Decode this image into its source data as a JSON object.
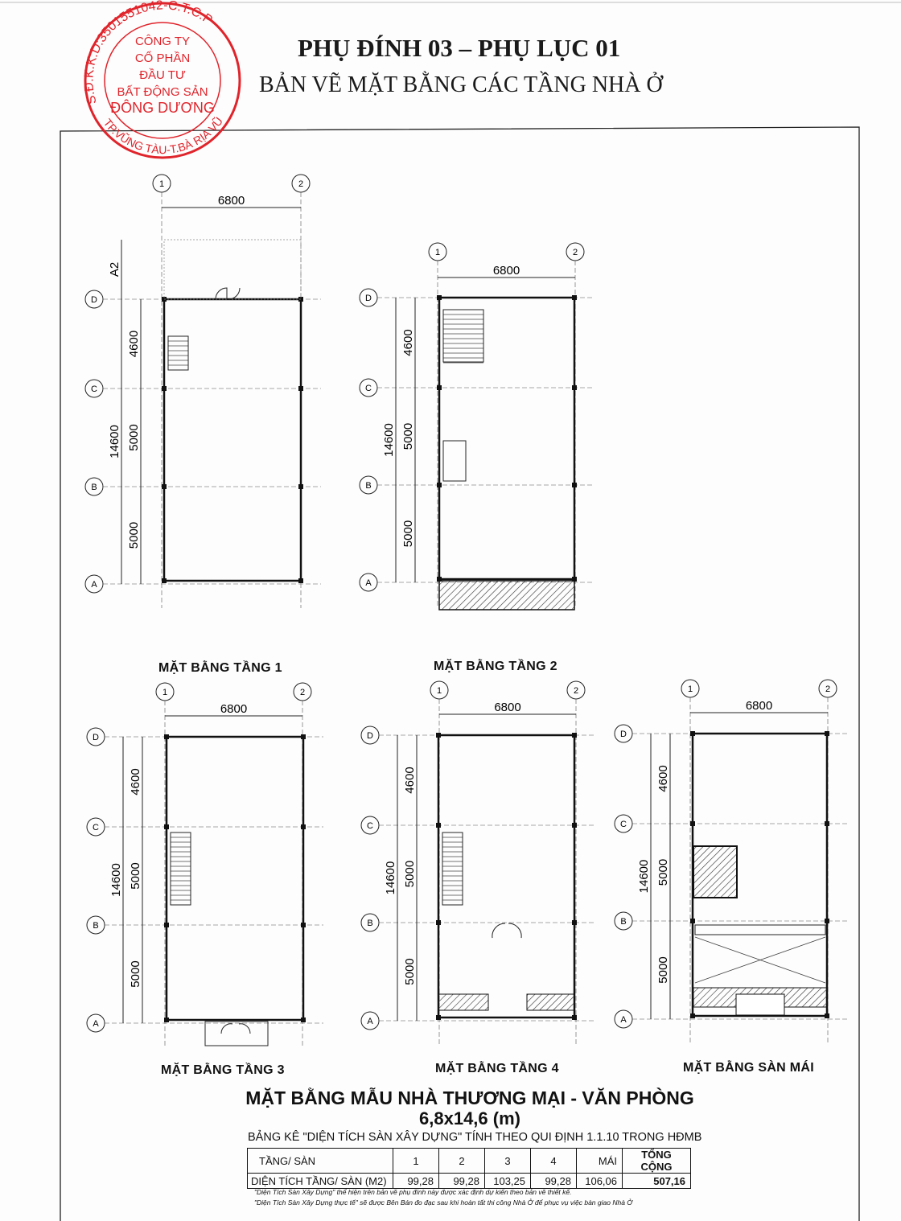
{
  "header": {
    "title": "PHỤ ĐÍNH 03 – PHỤ LỤC 01",
    "subtitle": "BẢN VẼ MẶT BẰNG CÁC TẦNG NHÀ Ở"
  },
  "stamp": {
    "ring_top": "S.Đ.K.K.D:3501551042-C.T.C.P",
    "ring_bottom": "TP.VŨNG TÀU-T.BÀ RỊA VŨNG TÀU",
    "center": [
      "CÔNG TY",
      "CỔ PHẦN",
      "ĐẦU TƯ",
      "BẤT ĐỘNG SẢN",
      "ĐÔNG DƯƠNG"
    ],
    "color": "#e0242b"
  },
  "plans": [
    {
      "title": "MẶT BẰNG TẦNG 1",
      "cols": [
        "1",
        "2"
      ],
      "width_dim": "6800",
      "rows": [
        "D",
        "C",
        "B",
        "A"
      ],
      "row_dims": [
        "4600",
        "5000",
        "5000"
      ],
      "total_dim": "14600",
      "extra_dim": "A2"
    },
    {
      "title": "MẶT BẰNG TẦNG 2",
      "cols": [
        "1",
        "2"
      ],
      "width_dim": "6800",
      "rows": [
        "D",
        "C",
        "B",
        "A"
      ],
      "row_dims": [
        "4600",
        "5000",
        "5000"
      ],
      "total_dim": "14600"
    },
    {
      "title": "MẶT BẰNG TẦNG 3",
      "cols": [
        "1",
        "2"
      ],
      "width_dim": "6800",
      "rows": [
        "D",
        "C",
        "B",
        "A"
      ],
      "row_dims": [
        "4600",
        "5000",
        "5000"
      ],
      "total_dim": "14600"
    },
    {
      "title": "MẶT BẰNG TẦNG 4",
      "cols": [
        "1",
        "2"
      ],
      "width_dim": "6800",
      "rows": [
        "D",
        "C",
        "B",
        "A"
      ],
      "row_dims": [
        "4600",
        "5000",
        "5000"
      ],
      "total_dim": "14600"
    },
    {
      "title": "MẶT BẰNG SÀN MÁI",
      "cols": [
        "1",
        "2"
      ],
      "width_dim": "6800",
      "rows": [
        "D",
        "C",
        "B",
        "A"
      ],
      "row_dims": [
        "4600",
        "5000",
        "5000"
      ],
      "total_dim": "14600"
    }
  ],
  "summary": {
    "title": "MẶT BẰNG MẪU NHÀ THƯƠNG MẠI - VĂN PHÒNG",
    "size": "6,8x14,6 (m)",
    "caption": "BẢNG KÊ \"DIỆN TÍCH SÀN XÂY DỰNG\" TÍNH THEO QUI ĐỊNH 1.1.10 TRONG HĐMB",
    "header": [
      "TẦNG/ SÀN",
      "1",
      "2",
      "3",
      "4",
      "MÁI",
      "TỔNG CỘNG"
    ],
    "row": [
      "DIỆN TÍCH TẦNG/ SÀN (M2)",
      "99,28",
      "99,28",
      "103,25",
      "99,28",
      "106,06",
      "507,16"
    ],
    "notes": [
      "\"Diện Tích Sàn Xây Dựng\" thể hiện trên bản vẽ phụ đính này được xác định dự kiến theo bản vẽ thiết kế.",
      "\"Diện Tích Sàn Xây Dựng thực tế\" sẽ được Bên Bán đo đạc sau khi hoàn tất thi công Nhà Ở để phục vụ việc bàn giao Nhà Ở"
    ]
  }
}
